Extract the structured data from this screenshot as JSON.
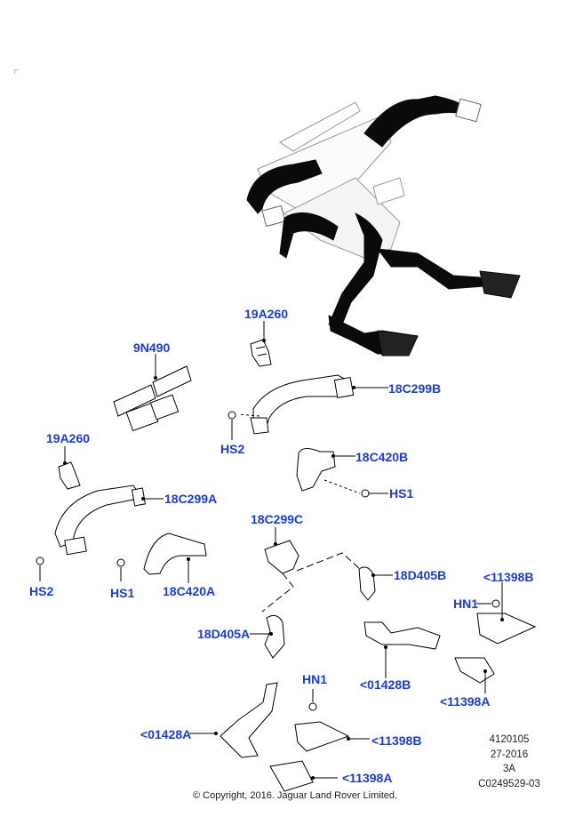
{
  "diagram": {
    "type": "exploded-parts-diagram",
    "subject": "Instrument panel air ducts and vents",
    "label_color": "#1a3ce6",
    "line_color": "#000000",
    "callouts": [
      {
        "id": "c1",
        "text": "19A260"
      },
      {
        "id": "c2",
        "text": "9N490"
      },
      {
        "id": "c3",
        "text": "18C299B"
      },
      {
        "id": "c4",
        "text": "HS2"
      },
      {
        "id": "c5",
        "text": "19A260"
      },
      {
        "id": "c6",
        "text": "18C420B"
      },
      {
        "id": "c7",
        "text": "HS1"
      },
      {
        "id": "c8",
        "text": "18C299A"
      },
      {
        "id": "c9",
        "text": "18C299C"
      },
      {
        "id": "c10",
        "text": "HS2"
      },
      {
        "id": "c11",
        "text": "HS1"
      },
      {
        "id": "c12",
        "text": "18C420A"
      },
      {
        "id": "c13",
        "text": "18D405B"
      },
      {
        "id": "c14",
        "text": "<11398B"
      },
      {
        "id": "c15",
        "text": "HN1"
      },
      {
        "id": "c16",
        "text": "18D405A"
      },
      {
        "id": "c17",
        "text": "<01428B"
      },
      {
        "id": "c18",
        "text": "<11398A"
      },
      {
        "id": "c19",
        "text": "HN1"
      },
      {
        "id": "c20",
        "text": "<01428A"
      },
      {
        "id": "c21",
        "text": "<11398B"
      },
      {
        "id": "c22",
        "text": "<11398A"
      }
    ]
  },
  "metadata": {
    "lines": [
      "4120105",
      "27-2016",
      "3A",
      "C0249529-03"
    ]
  },
  "copyright": "© Copyright, 2016. Jaguar Land Rover Limited."
}
